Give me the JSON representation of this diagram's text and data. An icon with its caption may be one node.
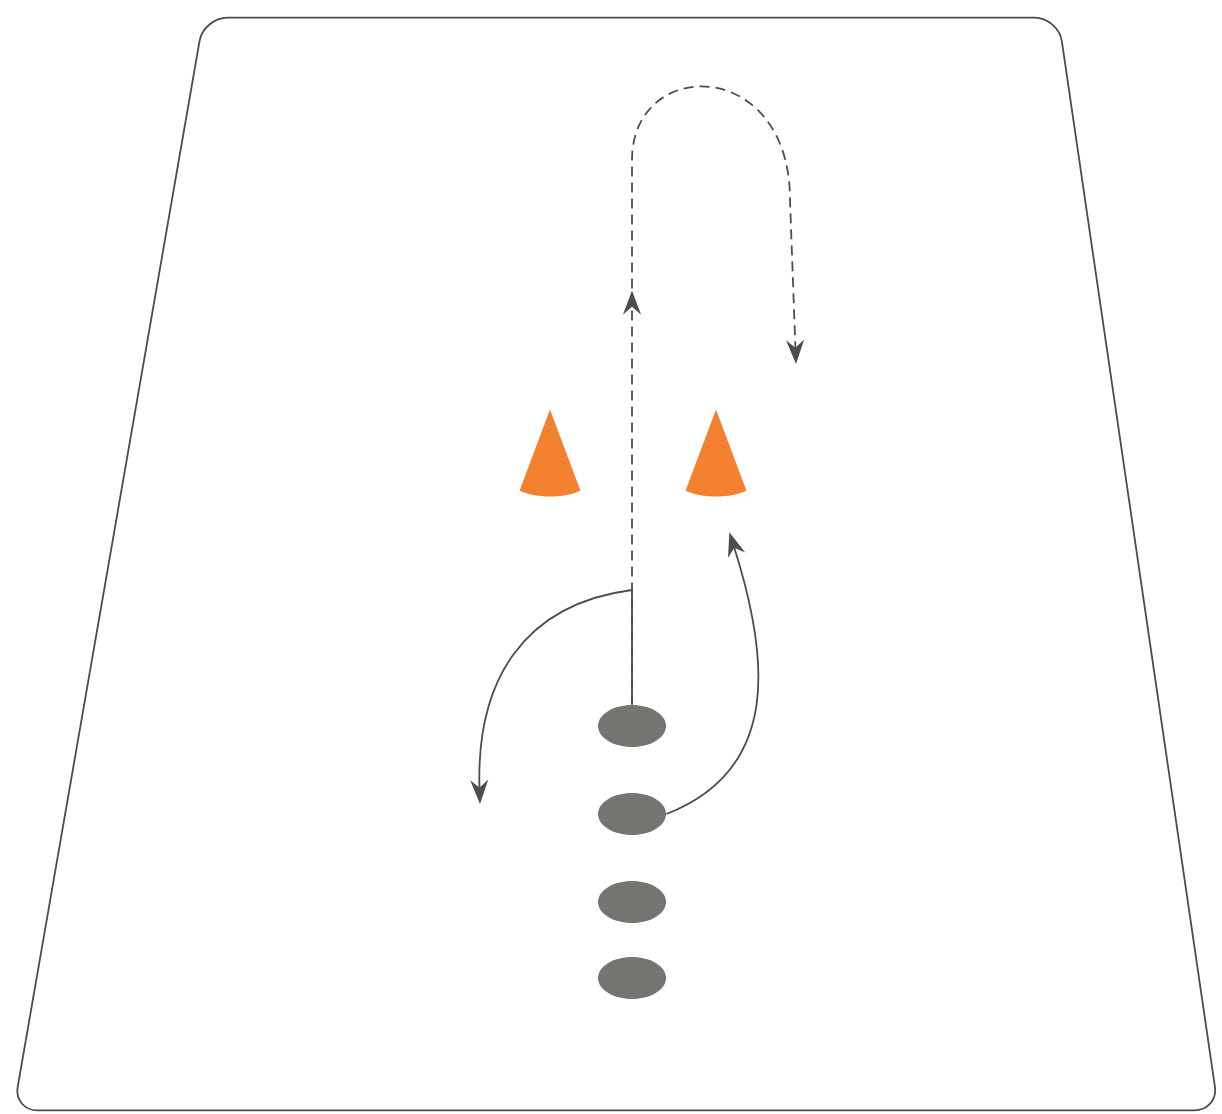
{
  "diagram": {
    "nodes": [
      {
        "text": [],
        "shape": "trapezoid"
      },
      {
        "text": [],
        "shape": "cone",
        "in": 0
      },
      {
        "text": [],
        "shape": "cone",
        "in": 0
      },
      {
        "text": [],
        "shape": "ellipse",
        "in": 0
      },
      {
        "text": [],
        "shape": "ellipse",
        "in": 0
      },
      {
        "text": [],
        "shape": "ellipse",
        "in": 0
      },
      {
        "text": [],
        "shape": "ellipse",
        "in": 0
      }
    ],
    "edges": [
      {
        "from": 3,
        "to": null,
        "arrow": "to"
      },
      {
        "from": 3,
        "to": null,
        "arrow": "to",
        "style": "dashed"
      },
      {
        "from": 4,
        "to": 2,
        "arrow": "to"
      }
    ]
  }
}
